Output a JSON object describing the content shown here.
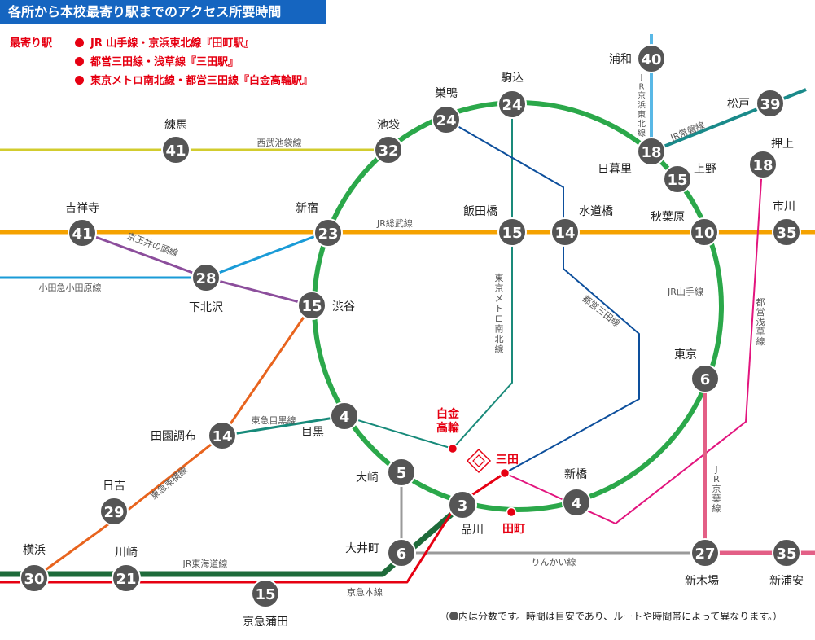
{
  "title": "各所から本校最寄り駅までのアクセス所要時間",
  "legend": {
    "heading": "最寄り駅",
    "items": [
      "JR 山手線・京浜東北線『田町駅』",
      "都営三田線・浅草線『三田駅』",
      "東京メトロ南北線・都営三田線『白金高輪駅』"
    ]
  },
  "note": {
    "open": "（",
    "text": "内は分数です。時間は目安であり、ルートや時間帯によって異なります。）"
  },
  "colors": {
    "yamanote": "#2ba84a",
    "sobu": "#f5a200",
    "seibu": "#d2cc2e",
    "odakyu": "#1a9bd7",
    "keio_inokashira": "#8c4e9c",
    "tokyu_meguro": "#178a7a",
    "tokyu_toyoko": "#e8641e",
    "jr_tokaido": "#1e6b3a",
    "keikyu": "#e60012",
    "rinkai": "#9a9a9a",
    "keihin_tohoku": "#59b8e6",
    "joban": "#1a8a8a",
    "asakusa": "#e2157e",
    "keiyo": "#e35f86",
    "namboku": "#1a8a7a",
    "mita": "#0d4f9c",
    "station": "#555555",
    "highlight": "#e60012"
  },
  "lines": {
    "seibu": "西武池袋線",
    "sobu": "JR総武線",
    "inokashira": "京王井の頭線",
    "odakyu": "小田急小田原線",
    "yamanote": "JR山手線",
    "tokyu_meguro": "東急目黒線",
    "tokyu_toyoko": "東急東横線",
    "tokaido": "JR東海道線",
    "keikyu": "京急本線",
    "rinkai": "りんかい線",
    "namboku": "東京メトロ南北線",
    "mita": "都営三田線",
    "keihin_tohoku": "JR京浜東北線",
    "joban": "JR常磐線",
    "asakusa": "都営浅草線",
    "keiyo": "JR京葉線"
  },
  "stations": {
    "nerima": {
      "name": "練馬",
      "minutes": "41"
    },
    "ikebukuro": {
      "name": "池袋",
      "minutes": "32"
    },
    "sugamo": {
      "name": "巣鴨",
      "minutes": "24"
    },
    "komagome": {
      "name": "駒込",
      "minutes": "24"
    },
    "urawa": {
      "name": "浦和",
      "minutes": "40"
    },
    "matsudo": {
      "name": "松戸",
      "minutes": "39"
    },
    "nippori": {
      "name": "日暮里",
      "minutes": "18"
    },
    "ueno": {
      "name": "上野",
      "minutes": "15"
    },
    "oshiage": {
      "name": "押上",
      "minutes": "18"
    },
    "kichijoji": {
      "name": "吉祥寺",
      "minutes": "41"
    },
    "shinjuku": {
      "name": "新宿",
      "minutes": "23"
    },
    "iidabashi": {
      "name": "飯田橋",
      "minutes": "15"
    },
    "suidobashi": {
      "name": "水道橋",
      "minutes": "14"
    },
    "akihabara": {
      "name": "秋葉原",
      "minutes": "10"
    },
    "ichikawa": {
      "name": "市川",
      "minutes": "35"
    },
    "shimokitazawa": {
      "name": "下北沢",
      "minutes": "28"
    },
    "shibuya": {
      "name": "渋谷",
      "minutes": "15"
    },
    "tokyo": {
      "name": "東京",
      "minutes": "6"
    },
    "meguro": {
      "name": "目黒",
      "minutes": "4"
    },
    "denenchofu": {
      "name": "田園調布",
      "minutes": "14"
    },
    "hiyoshi": {
      "name": "日吉",
      "minutes": "29"
    },
    "osaki": {
      "name": "大崎",
      "minutes": "5"
    },
    "shinagawa": {
      "name": "品川",
      "minutes": "3"
    },
    "shimbashi": {
      "name": "新橋",
      "minutes": "4"
    },
    "oimachi": {
      "name": "大井町",
      "minutes": "6"
    },
    "yokohama": {
      "name": "横浜",
      "minutes": "30"
    },
    "kawasaki": {
      "name": "川崎",
      "minutes": "21"
    },
    "keikyukamata": {
      "name": "京急蒲田",
      "minutes": "15"
    },
    "shinkiba": {
      "name": "新木場",
      "minutes": "27"
    },
    "shinurayasu": {
      "name": "新浦安",
      "minutes": "35"
    }
  },
  "target_stations": {
    "shirokane_takanawa": "白金\n高輪",
    "mita": "三田",
    "tamachi": "田町"
  }
}
